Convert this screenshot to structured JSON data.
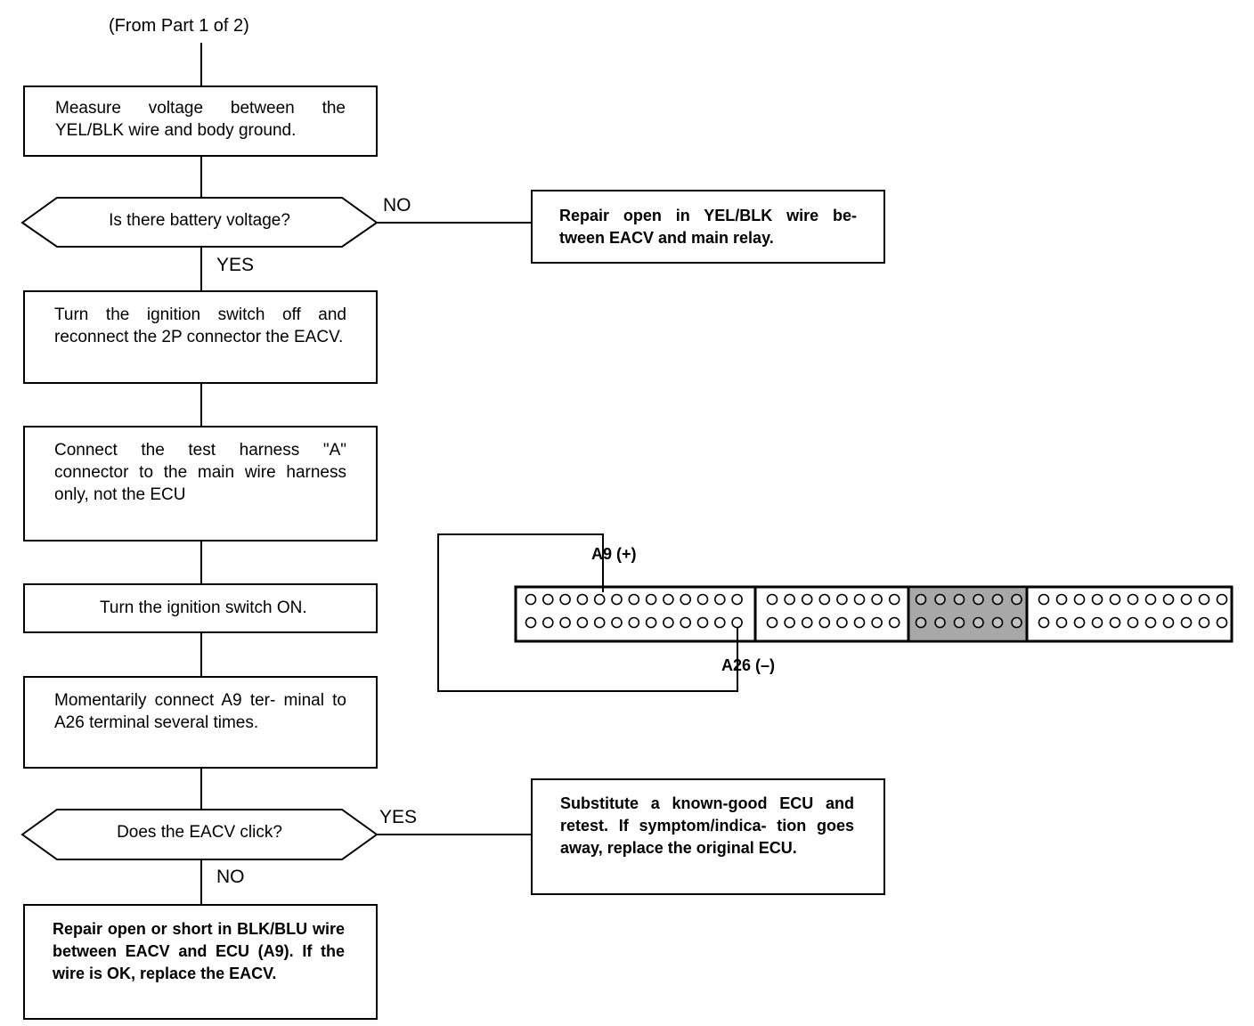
{
  "header": {
    "from_text": "(From Part 1 of 2)"
  },
  "steps": {
    "measure": "Measure voltage between the YEL/BLK wire and body ground.",
    "battery_question": "Is there battery voltage?",
    "repair_yelblk": "Repair open in YEL/BLK wire be- tween EACV and main relay.",
    "ignition_off": "Turn the ignition switch off and reconnect the 2P connector the EACV.",
    "connect_harness": "Connect the test harness \"A\" connector to the main wire harness only, not the ECU",
    "ignition_on": "Turn the ignition switch ON.",
    "momentarily": "Momentarily connect A9 ter- minal to A26 terminal several times.",
    "click_question": "Does the EACV click?",
    "substitute": "Substitute a known-good ECU and retest. If symptom/indica- tion goes away, replace the original ECU.",
    "repair_blkblu": "Repair open or short in BLK/BLU wire between EACV and ECU (A9). If the wire is OK, replace the EACV."
  },
  "branches": {
    "no_1": "NO",
    "yes_1": "YES",
    "yes_2": "YES",
    "no_2": "NO"
  },
  "connector": {
    "a9_label": "A9 (+)",
    "a26_label": "A26 (–)"
  }
}
